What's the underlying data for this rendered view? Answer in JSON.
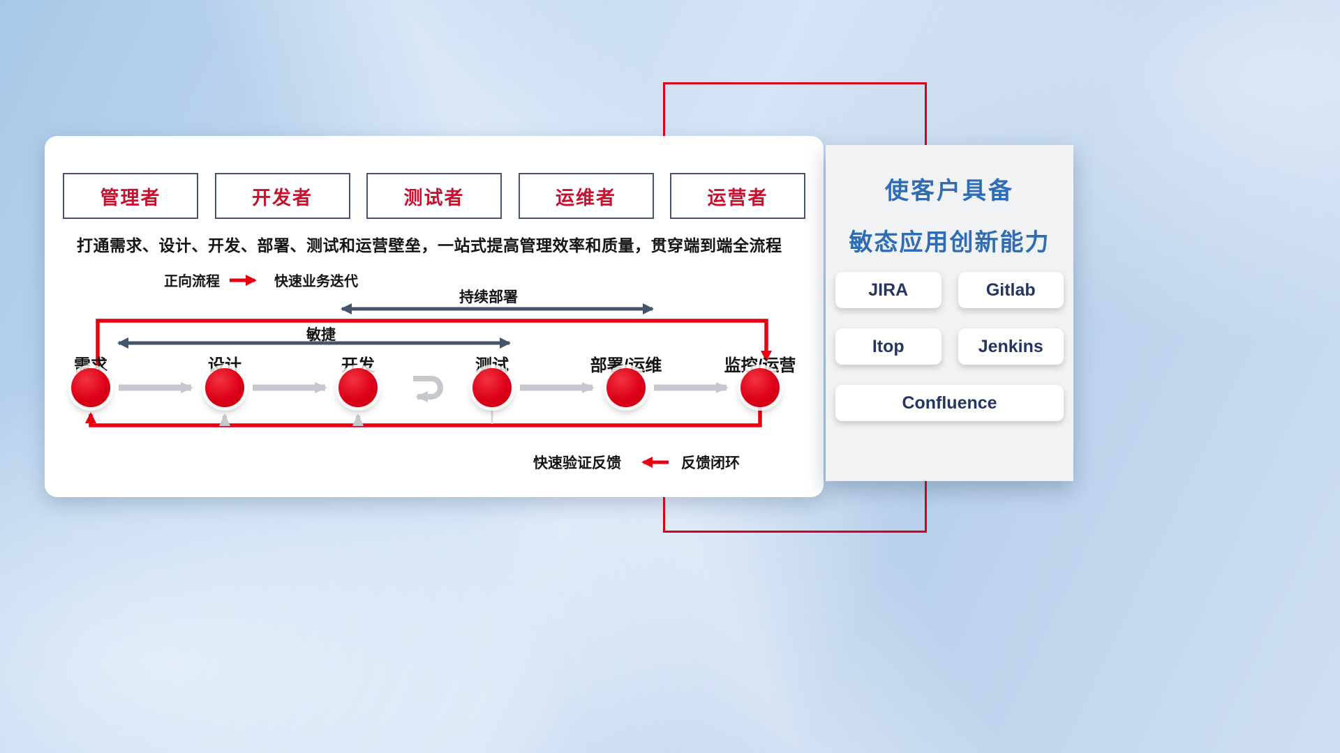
{
  "colors": {
    "accent_red": "#e60012",
    "frame_red": "#d6001c",
    "navy_arrow": "#44546a",
    "title_blue": "#2e6db6",
    "role_text_red": "#c7112e",
    "gray_arrow": "#c5c9ce",
    "panel_gray": "#f1f2f4"
  },
  "roles": [
    {
      "label": "管理者"
    },
    {
      "label": "开发者"
    },
    {
      "label": "测试者"
    },
    {
      "label": "运维者"
    },
    {
      "label": "运营者"
    }
  ],
  "description": "打通需求、设计、开发、部署、测试和运营壁垒，一站式提高管理效率和质量，贯穿端到端全流程",
  "legend": {
    "forward_label": "正向流程",
    "forward_desc": "快速业务迭代",
    "feedback_desc": "快速验证反馈",
    "feedback_label": "反馈闭环"
  },
  "flow": {
    "continuous_deploy_label": "持续部署",
    "agile_label": "敏捷",
    "stages": [
      {
        "label": "需求"
      },
      {
        "label": "设计"
      },
      {
        "label": "开发"
      },
      {
        "label": "测试"
      },
      {
        "label": "部署/运维"
      },
      {
        "label": "监控/运营"
      }
    ]
  },
  "right_panel": {
    "title_line1": "使客户具备",
    "title_line2": "敏态应用创新能力",
    "tools": [
      "JIRA",
      "Gitlab",
      "Itop",
      "Jenkins",
      "Confluence"
    ]
  }
}
